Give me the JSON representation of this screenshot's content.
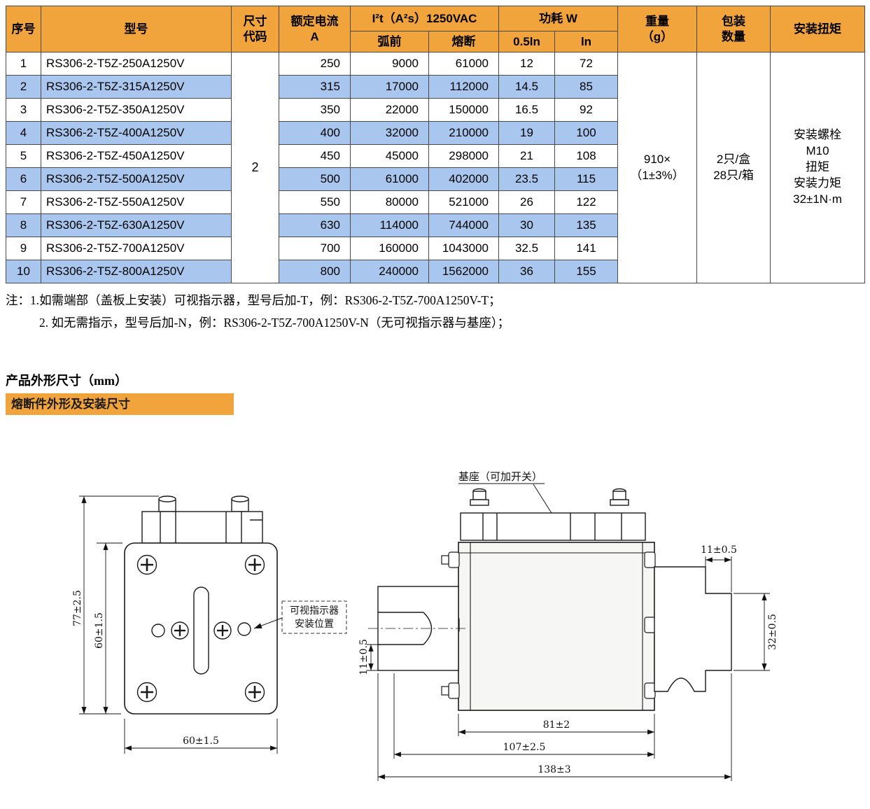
{
  "table": {
    "headers": {
      "seq": "序号",
      "model": "型号",
      "size_code": "尺寸\n代码",
      "rated_current": "额定电流\nA",
      "i2t": "I²t（A²s）1250VAC",
      "prearc": "弧前",
      "melt": "熔断",
      "power": "功耗 W",
      "p05": "0.5ln",
      "pln": "ln",
      "weight": "重量\n（g）",
      "packing": "包装\n数量",
      "torque": "安装扭矩"
    },
    "merged": {
      "size_code": "2",
      "weight": "910×\n（1±3%）",
      "packing": "2只/盒\n28只/箱",
      "torque": "安装螺栓\nM10\n扭矩\n安装力矩\n32±1N·m"
    },
    "rows": [
      {
        "seq": "1",
        "model": "RS306-2-T5Z-250A1250V",
        "current": "250",
        "prearc": "9000",
        "melt": "61000",
        "p05": "12",
        "pln": "72"
      },
      {
        "seq": "2",
        "model": "RS306-2-T5Z-315A1250V",
        "current": "315",
        "prearc": "17000",
        "melt": "112000",
        "p05": "14.5",
        "pln": "85"
      },
      {
        "seq": "3",
        "model": "RS306-2-T5Z-350A1250V",
        "current": "350",
        "prearc": "22000",
        "melt": "150000",
        "p05": "16.5",
        "pln": "92"
      },
      {
        "seq": "4",
        "model": "RS306-2-T5Z-400A1250V",
        "current": "400",
        "prearc": "32000",
        "melt": "210000",
        "p05": "19",
        "pln": "100"
      },
      {
        "seq": "5",
        "model": "RS306-2-T5Z-450A1250V",
        "current": "450",
        "prearc": "45000",
        "melt": "298000",
        "p05": "21",
        "pln": "108"
      },
      {
        "seq": "6",
        "model": "RS306-2-T5Z-500A1250V",
        "current": "500",
        "prearc": "61000",
        "melt": "402000",
        "p05": "23.5",
        "pln": "115"
      },
      {
        "seq": "7",
        "model": "RS306-2-T5Z-550A1250V",
        "current": "550",
        "prearc": "80000",
        "melt": "521000",
        "p05": "26",
        "pln": "122"
      },
      {
        "seq": "8",
        "model": "RS306-2-T5Z-630A1250V",
        "current": "630",
        "prearc": "114000",
        "melt": "744000",
        "p05": "30",
        "pln": "135"
      },
      {
        "seq": "9",
        "model": "RS306-2-T5Z-700A1250V",
        "current": "700",
        "prearc": "160000",
        "melt": "1043000",
        "p05": "32.5",
        "pln": "141"
      },
      {
        "seq": "10",
        "model": "RS306-2-T5Z-800A1250V",
        "current": "800",
        "prearc": "240000",
        "melt": "1562000",
        "p05": "36",
        "pln": "155"
      }
    ]
  },
  "notes": {
    "line1": "注：1.如需端部（盖板上安装）可视指示器，型号后加-T，例：RS306-2-T5Z-700A1250V-T；",
    "line2": "2. 如无需指示，型号后加-N，例：RS306-2-T5Z-700A1250V-N（无可视指示器与基座）；"
  },
  "sections": {
    "dim_title": "产品外形尺寸（mm）",
    "dim_subtitle": "熔断件外形及安装尺寸"
  },
  "drawings": {
    "front": {
      "dim_outer_height": "77±2.5",
      "dim_inner_height": "60±1.5",
      "dim_width": "60±1.5",
      "indicator_label_line1": "可视指示器",
      "indicator_label_line2": "安装位置"
    },
    "side": {
      "base_label": "基座（可加开关）",
      "dim_tab": "11±0.5",
      "dim_blade_width": "32±0.5",
      "dim_left": "11±0.5",
      "dim_body": "81±2",
      "dim_mid": "107±2.5",
      "dim_total": "138±3"
    }
  },
  "colors": {
    "header_bg": "#F2A43C",
    "row_alt_bg": "#A9C7EE",
    "accent_bar_bg": "#F2A43C"
  }
}
